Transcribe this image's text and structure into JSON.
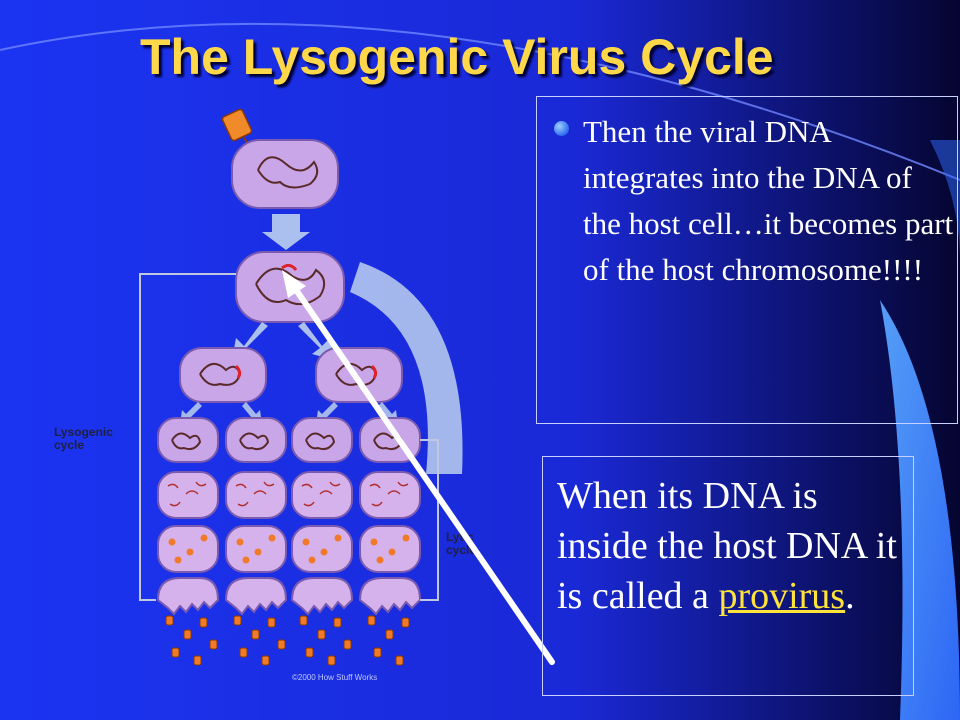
{
  "slide": {
    "title": "The Lysogenic Virus Cycle",
    "bullet_text": "Then the viral DNA integrates into the DNA of the host cell…it becomes part of the host chromosome!!!!",
    "callout_prefix": "When its DNA is inside the host DNA it is called a ",
    "callout_link": "provirus",
    "callout_suffix": "."
  },
  "diagram": {
    "label_lysogenic_1": "Lysogenic",
    "label_lysogenic_2": "cycle",
    "label_lytic_1": "Lytic",
    "label_lytic_2": "cycle",
    "credit": "©2000 How Stuff Works"
  },
  "colors": {
    "background": "#1a2ee8",
    "title": "#ffd84a",
    "link": "#ffe23a",
    "cell": "#c9a6e8",
    "viral_dna": "#e0202a"
  }
}
